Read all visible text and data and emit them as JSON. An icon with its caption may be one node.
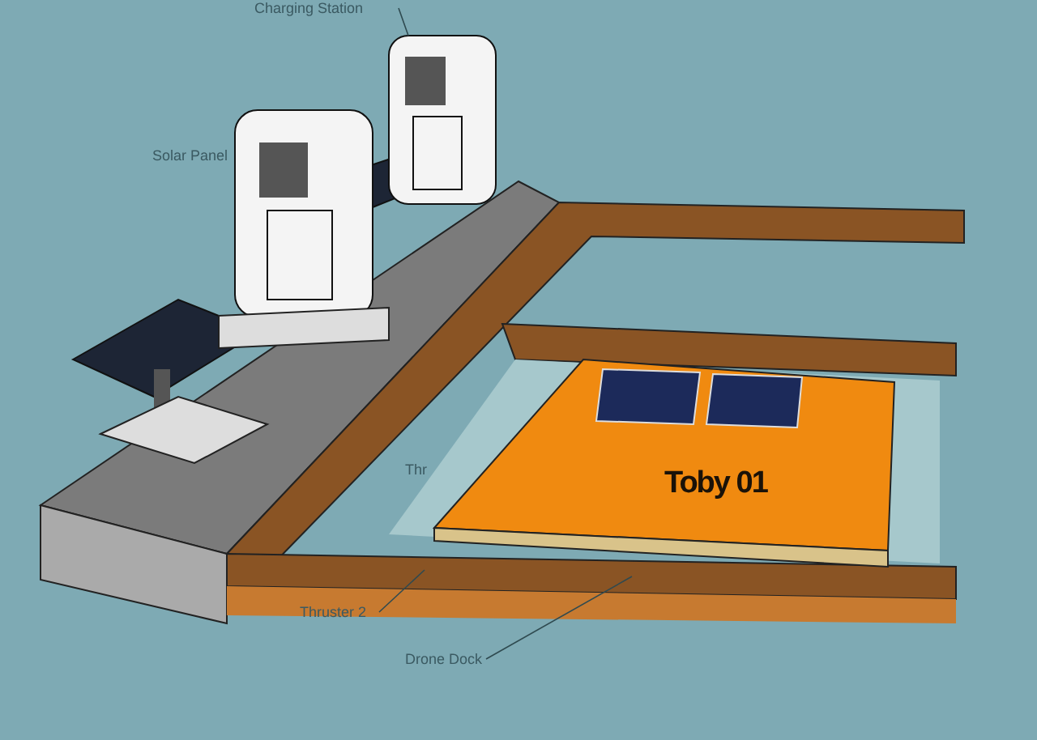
{
  "diagram": {
    "nodes": [
      {
        "text": [
          "Charging Station"
        ]
      },
      {
        "text": [],
        "shape": "picture"
      },
      {
        "text": [
          "Thruster 2"
        ]
      },
      {
        "text": [
          "Drone Dock"
        ]
      },
      {
        "text": [],
        "shape": "picture"
      }
    ],
    "edges": [
      {
        "from": 0,
        "to": 1,
        "arrow": "none"
      },
      {
        "from": 2,
        "to": 4,
        "arrow": "none"
      },
      {
        "from": 3,
        "to": 4,
        "arrow": "none"
      }
    ],
    "labels": [
      "Solar Panel",
      "Thr",
      "Toby 01"
    ]
  }
}
